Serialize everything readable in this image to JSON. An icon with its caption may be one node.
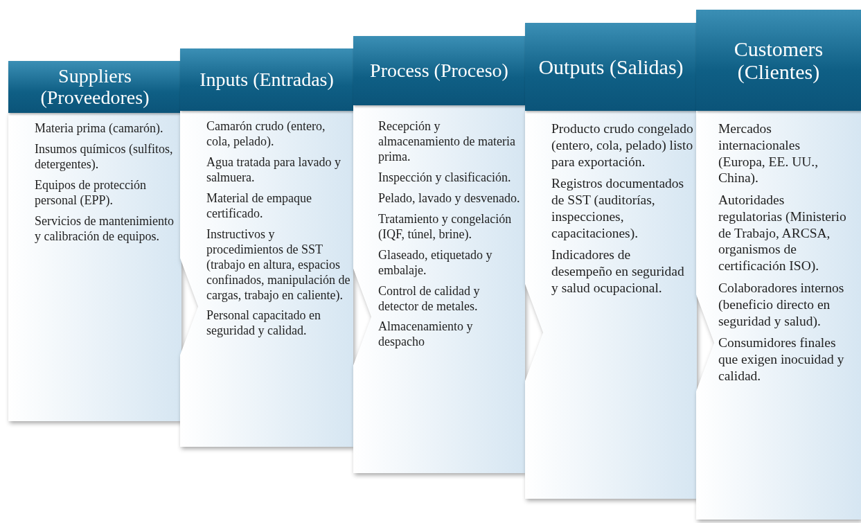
{
  "diagram": {
    "nodes": [
      {
        "text": [
          "Suppliers (Proveedores)",
          "Materia prima (camarón).",
          "Insumos químicos (sulfitos, detergentes).",
          "Equipos de protección personal (EPP).",
          "Servicios de mantenimiento y calibración de equipos."
        ]
      },
      {
        "text": [
          "Inputs (Entradas)",
          "Camarón crudo (entero, cola, pelado).",
          "Agua tratada para lavado y salmuera.",
          "Material de empaque certificado.",
          "Instructivos y procedimientos de SST (trabajo en altura, espacios confinados, manipulación de cargas, trabajo en caliente).",
          "Personal capacitado en seguridad y calidad."
        ]
      },
      {
        "text": [
          "Process (Proceso)",
          "Recepción y almacenamiento de materia prima.",
          "Inspección y clasificación.",
          "Pelado, lavado y desvenado.",
          "Tratamiento y congelación (IQF, túnel, brine).",
          "Glaseado, etiquetado y embalaje.",
          "Control de calidad y detector de metales.",
          "Almacenamiento y despacho"
        ]
      },
      {
        "text": [
          "Outputs (Salidas)",
          "Producto crudo congelado (entero, cola, pelado) listo para exportación.",
          "Registros documentados de SST (auditorías, inspecciones, capacitaciones).",
          "Indicadores de desempeño en seguridad y salud ocupacional."
        ]
      },
      {
        "text": [
          "Customers (Clientes)",
          "Mercados internacionales (Europa, EE. UU., China).",
          "Autoridades regulatorias (Ministerio de Trabajo, ARCSA, organismos de certificación ISO).",
          "Colaboradores internos (beneficio directo en seguridad y salud).",
          "Consumidores finales que exigen inocuidad y calidad."
        ]
      }
    ]
  }
}
